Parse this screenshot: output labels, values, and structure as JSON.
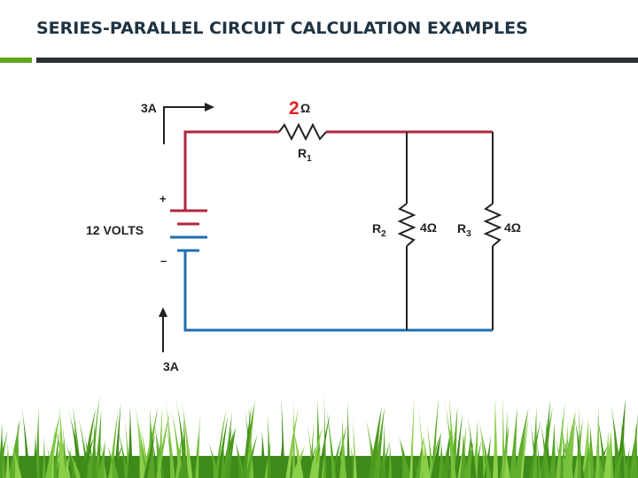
{
  "slide": {
    "title": "SERIES-PARALLEL CIRCUIT CALCULATION EXAMPLES"
  },
  "circuit": {
    "top_current": "3A",
    "bottom_current": "3A",
    "source_label": "12 VOLTS",
    "plus_sign": "+",
    "minus_sign": "–",
    "r1": {
      "overlay_value": "2",
      "value": "Ω",
      "name": "R",
      "sub": "1"
    },
    "r2": {
      "value": "4Ω",
      "name": "R",
      "sub": "2"
    },
    "r3": {
      "value": "4Ω",
      "name": "R",
      "sub": "3"
    }
  },
  "colors": {
    "title": "#1f3342",
    "accent_green": "#5fa71b",
    "rule_dark": "#2b3135",
    "positive_wire": "#b1263f",
    "negative_wire": "#1f6fb1",
    "black_wire": "#222222",
    "overlay_red": "#e0241b"
  },
  "icons": [
    "arrow-right-icon",
    "arrow-up-icon",
    "grass-decoration"
  ]
}
